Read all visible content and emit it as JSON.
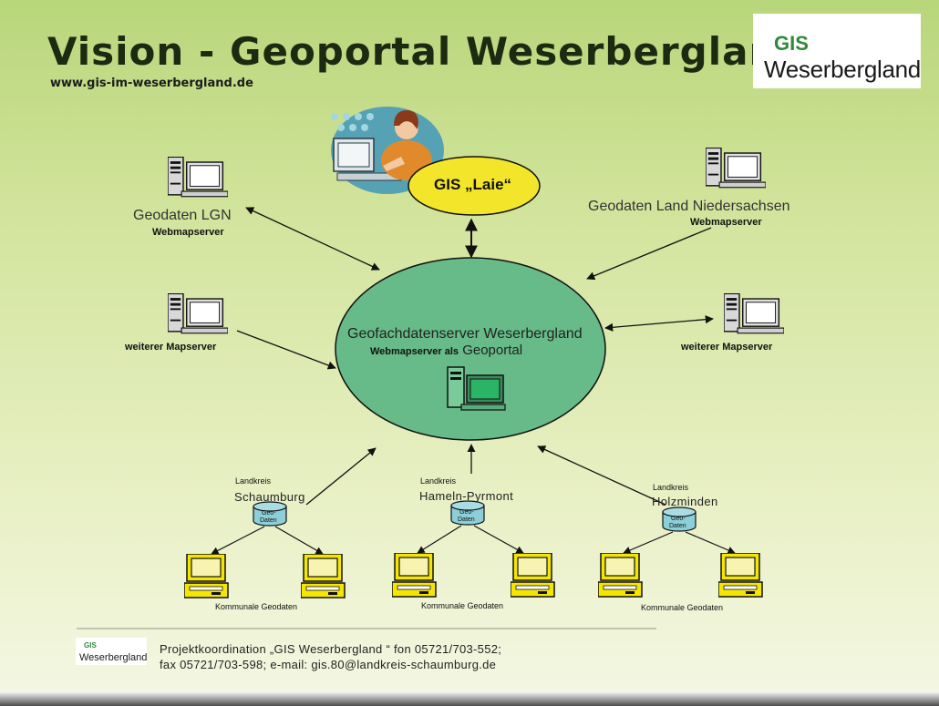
{
  "title": "Vision - Geoportal Weserbergland",
  "url": "www.gis-im-weserbergland.de",
  "logo": {
    "line1": "GIS",
    "line2": "Weserbergland"
  },
  "laie": {
    "label": "GIS „Laie“"
  },
  "center": {
    "line1": "Geofachdatenserver Weserbergland",
    "line2_bold": "Webmapserver als",
    "line2_rest": " Geoportal"
  },
  "nodes": {
    "lgn": {
      "name": "Geodaten LGN",
      "sub": "Webmapserver"
    },
    "nds": {
      "name": "Geodaten Land Niedersachsen",
      "sub": "Webmapserver"
    },
    "left_map": {
      "name": "weiterer Mapserver"
    },
    "right_map": {
      "name": "weiterer Mapserver"
    }
  },
  "districts": [
    {
      "small": "Landkreis",
      "name": "Schaumburg",
      "db": [
        "Geo-",
        "Daten"
      ],
      "footer": "Kommunale Geodaten"
    },
    {
      "small": "Landkreis",
      "name": "Hameln-Pyrmont",
      "db": [
        "Geo-",
        "Daten"
      ],
      "footer": "Kommunale Geodaten"
    },
    {
      "small": "Landkreis",
      "name": "Holzminden",
      "db": [
        "Geo-",
        "Daten"
      ],
      "footer": "Kommunale Geodaten"
    }
  ],
  "footer": {
    "line1": "Projektkoordination „GIS  Weserbergland “  fon  05721/703-552;",
    "line2": "fax  05721/703-598; e-mail:  gis.80@landkreis-schaumburg.de",
    "logo_line1": "GIS",
    "logo_line2": "Weserbergland"
  },
  "colors": {
    "ellipse": "#66bb88",
    "laie": "#f3e62a",
    "client_pc": "#f5e600",
    "db": "#8ccfd8",
    "logo_green": "#2e8a3a",
    "logo_blue": "#2a62b0"
  }
}
